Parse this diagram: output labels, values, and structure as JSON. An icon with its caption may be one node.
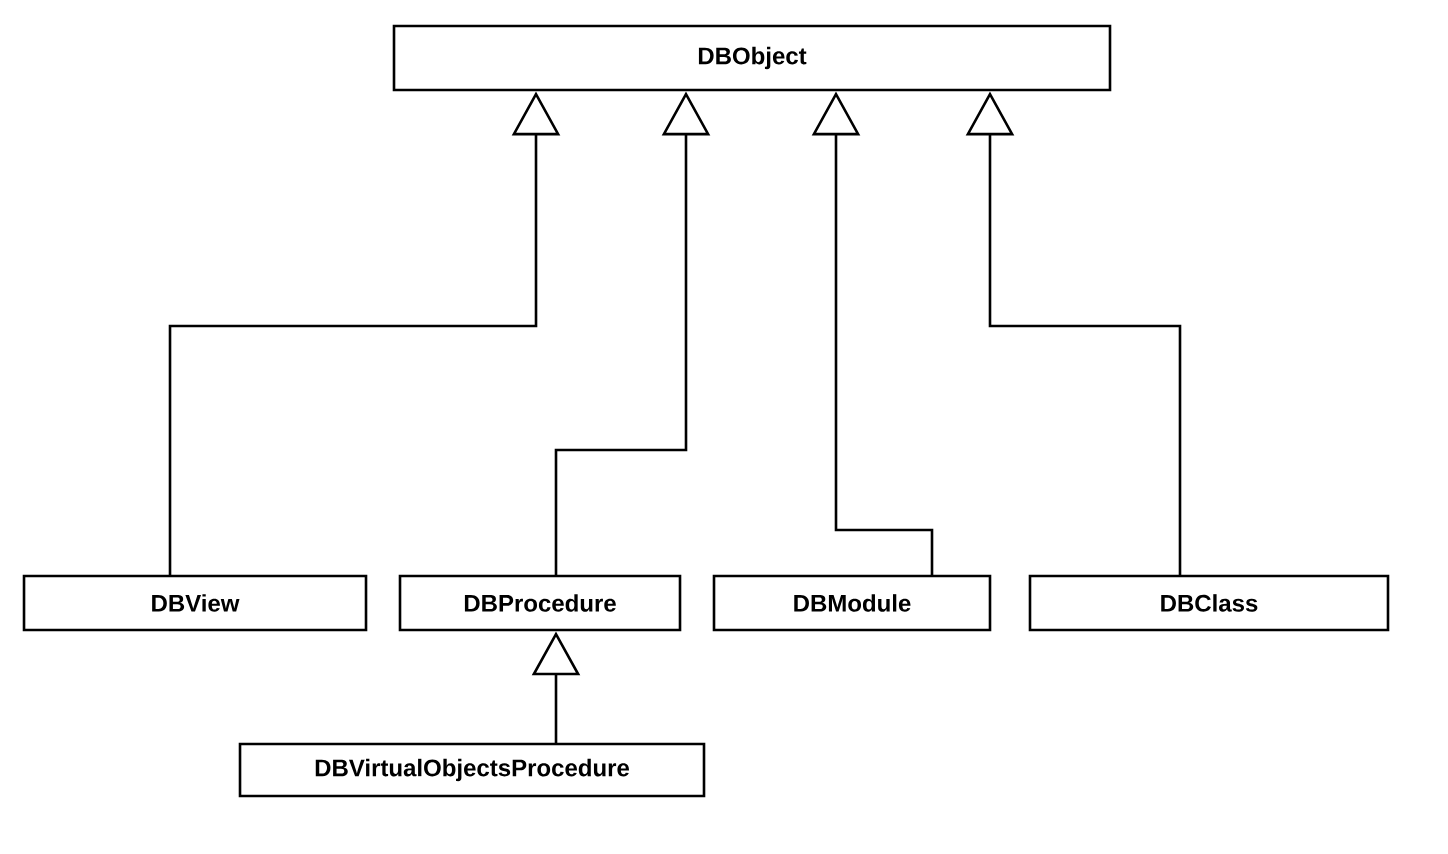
{
  "diagram": {
    "nodes": [
      {
        "text": [
          "DBObject"
        ]
      },
      {
        "text": [
          "DBView"
        ]
      },
      {
        "text": [
          "DBProcedure"
        ]
      },
      {
        "text": [
          "DBModule"
        ]
      },
      {
        "text": [
          "DBClass"
        ]
      },
      {
        "text": [
          "DBVirtualObjectsProcedure"
        ]
      }
    ],
    "edges": [
      {
        "from": 1,
        "to": 0,
        "arrow": "to"
      },
      {
        "from": 2,
        "to": 0,
        "arrow": "to"
      },
      {
        "from": 3,
        "to": 0,
        "arrow": "to"
      },
      {
        "from": 4,
        "to": 0,
        "arrow": "to"
      },
      {
        "from": 5,
        "to": 2,
        "arrow": "to"
      }
    ]
  }
}
